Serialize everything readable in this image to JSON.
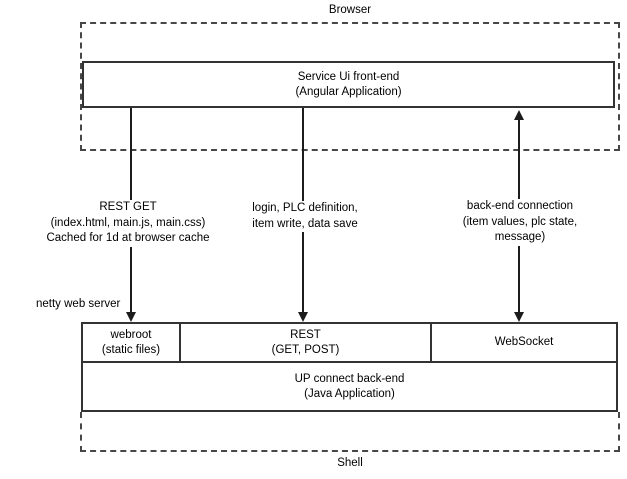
{
  "colors": {
    "line_solid": "#333333",
    "line_dashed": "#474747",
    "arrow": "#1c1c1c",
    "text": "#000000",
    "background": "#ffffff"
  },
  "browser_zone": {
    "label": "Browser"
  },
  "frontend_box": {
    "line1": "Service Ui front-end",
    "line2": "(Angular Application)"
  },
  "connections": {
    "rest_get": {
      "line1": "REST GET",
      "line2": "(index.html, main.js, main.css)",
      "line3": "Cached for 1d at browser cache"
    },
    "api_calls": {
      "line1": "login, PLC definition,",
      "line2": "item write, data save"
    },
    "backend_connection": {
      "line1": "back-end connection",
      "line2": "(item values, plc state,",
      "line3": "message)"
    }
  },
  "netty_label": "netty web server",
  "backend_box": {
    "webroot": {
      "line1": "webroot",
      "line2": "(static files)"
    },
    "rest": {
      "line1": "REST",
      "line2": "(GET, POST)"
    },
    "websocket": {
      "line1": "WebSocket"
    },
    "main": {
      "line1": "UP connect back-end",
      "line2": "(Java Application)"
    }
  },
  "shell_zone": {
    "label": "Shell"
  }
}
